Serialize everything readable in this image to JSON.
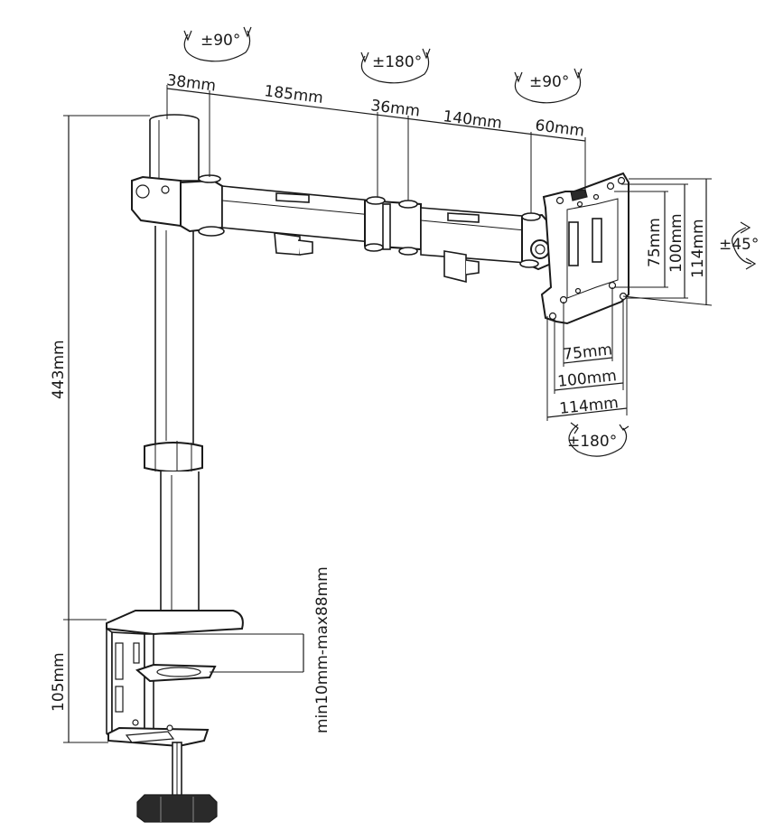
{
  "diagram": {
    "rotations": {
      "pole_top": "±90°",
      "arm_joint": "±180°",
      "head_tilt": "±90°",
      "vesa_side": "±45°",
      "vesa_bottom": "±180°"
    },
    "arm_dimensions": {
      "pole_offset": "38mm",
      "first_arm": "185mm",
      "joint": "36mm",
      "second_arm": "140mm",
      "head": "60mm"
    },
    "height_dimensions": {
      "pole_height": "443mm",
      "clamp_height": "105mm",
      "desk_thickness": "min10mm-max88mm"
    },
    "vesa": {
      "vertical": [
        "75mm",
        "100mm",
        "114mm"
      ],
      "horizontal": [
        "75mm",
        "100mm",
        "114mm"
      ]
    }
  }
}
